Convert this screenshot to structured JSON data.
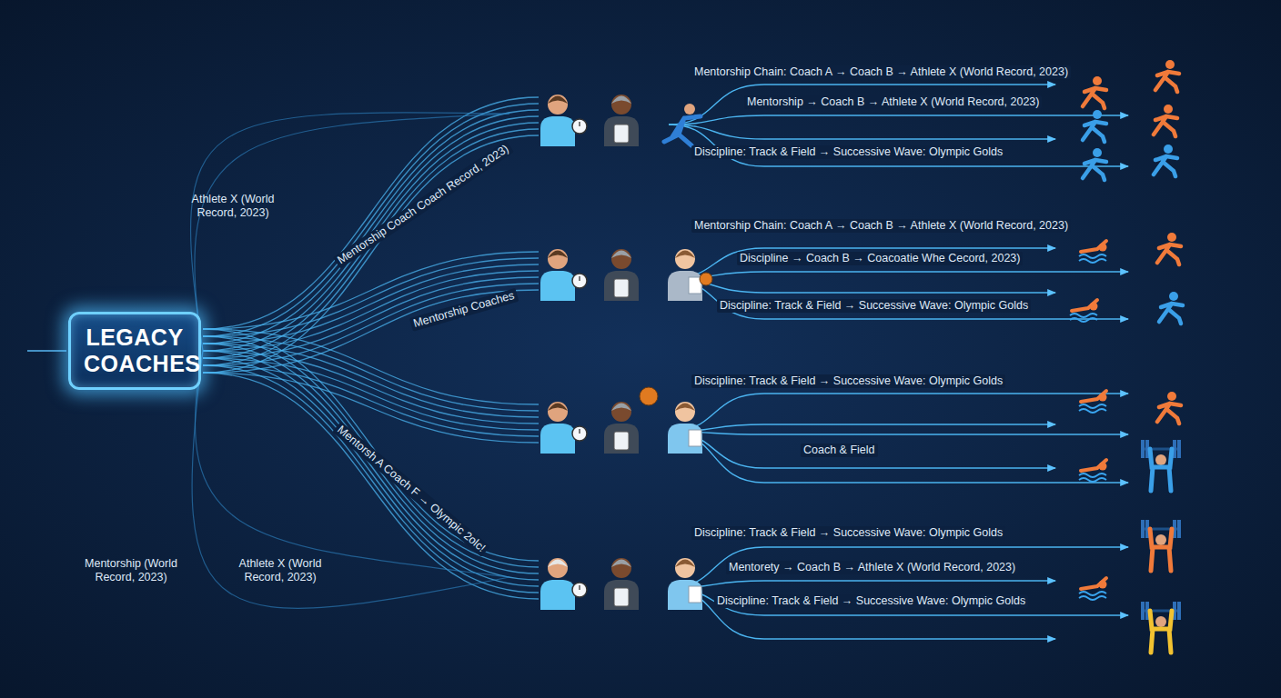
{
  "diagram": {
    "nodes": [
      {
        "text": [
          "LEGACY COACHES"
        ]
      }
    ],
    "labels": [
      "Mentorship Chain: Coach A → Coach B → Athlete X (World Record, 2023)",
      "Mentorship → Coach B → Athlete X (World Record, 2023)",
      "Discipline: Track & Field → Successive Wave: Olympic Golds",
      "Mentorship Chain: Coach A → Coach B → Athlete X (World Record, 2023)",
      "Discipline → Coach B → Coacoatie Whe Cecord, 2023)",
      "Discipline: Track & Field → Successive Wave: Olympic Golds",
      "Discipline: Track & Field → Successive Wave: Olympic Golds",
      "Coach & Field",
      "Discipline: Track & Field → Successive Wave: Olympic Golds",
      "Mentorety → Coach B → Athlete X (World Record, 2023)",
      "Discipline: Track & Field → Successive Wave: Olympic Golds",
      "Athlete X (World Record, 2023)",
      "Mentorship Coach Coach Record, 2023)",
      "Mentorship Coaches",
      "Mentorsh A Coach F → Olympic 2olc!",
      "Mentorship (World Record, 2023)",
      "Athlete X (World Record, 2023)"
    ]
  }
}
